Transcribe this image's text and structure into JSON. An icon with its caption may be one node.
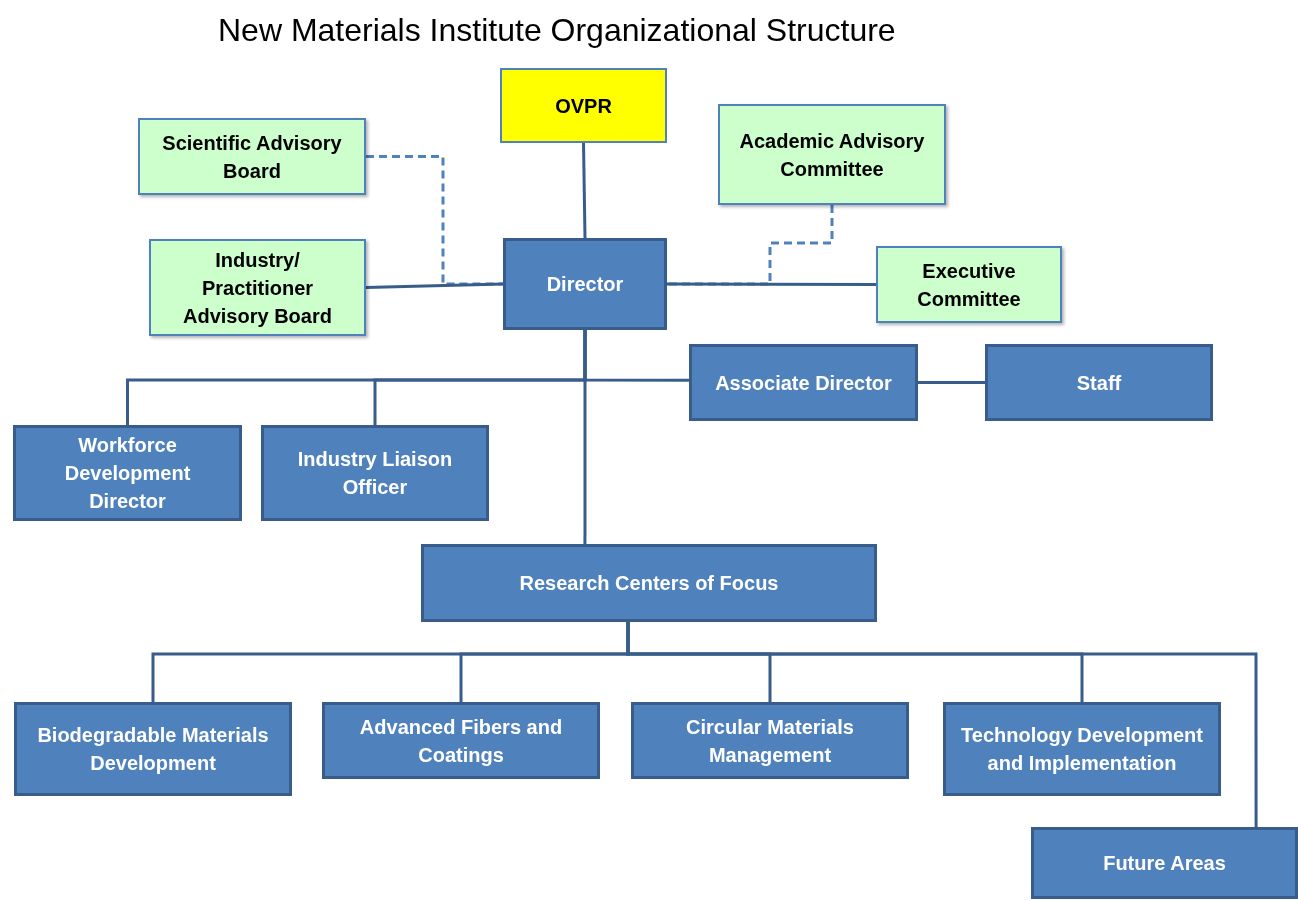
{
  "diagram": {
    "title": "New Materials Institute Organizational Structure",
    "nodes": [
      {
        "text": [
          "OVPR"
        ]
      },
      {
        "text": [
          "Scientific Advisory Board"
        ]
      },
      {
        "text": [
          "Academic Advisory Committee"
        ]
      },
      {
        "text": [
          "Industry/ Practitioner Advisory Board"
        ]
      },
      {
        "text": [
          "Director"
        ]
      },
      {
        "text": [
          "Executive Committee"
        ]
      },
      {
        "text": [
          "Associate Director"
        ]
      },
      {
        "text": [
          "Staff"
        ]
      },
      {
        "text": [
          "Workforce Development Director"
        ]
      },
      {
        "text": [
          "Industry Liaison Officer"
        ]
      },
      {
        "text": [
          "Research Centers of Focus"
        ]
      },
      {
        "text": [
          "Biodegradable Materials Development"
        ]
      },
      {
        "text": [
          "Advanced Fibers and Coatings"
        ]
      },
      {
        "text": [
          "Circular Materials Management"
        ]
      },
      {
        "text": [
          "Technology Development and Implementation"
        ]
      },
      {
        "text": [
          "Future Areas"
        ]
      }
    ],
    "edges": [
      {
        "from": 0,
        "to": 4,
        "arrow": "none"
      },
      {
        "from": 1,
        "to": 4,
        "arrow": "none",
        "style": "dashed",
        "color": "#4f81bd"
      },
      {
        "from": 3,
        "to": 4,
        "arrow": "none"
      },
      {
        "from": 2,
        "to": 4,
        "arrow": "none",
        "style": "dashed",
        "color": "#4f81bd"
      },
      {
        "from": 4,
        "to": 5,
        "arrow": "none"
      },
      {
        "from": 4,
        "to": 6,
        "arrow": "none"
      },
      {
        "from": 4,
        "to": 8,
        "arrow": "none"
      },
      {
        "from": 4,
        "to": 9,
        "arrow": "none"
      },
      {
        "from": 4,
        "to": 10,
        "arrow": "none"
      },
      {
        "from": 6,
        "to": 7,
        "arrow": "none"
      },
      {
        "from": 10,
        "to": 11,
        "arrow": "none"
      },
      {
        "from": 10,
        "to": 12,
        "arrow": "none"
      },
      {
        "from": 10,
        "to": 13,
        "arrow": "none"
      },
      {
        "from": 10,
        "to": 14,
        "arrow": "none"
      },
      {
        "from": 10,
        "to": 15,
        "arrow": "none"
      }
    ]
  }
}
